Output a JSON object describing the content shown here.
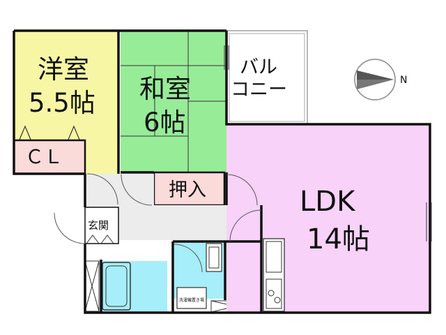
{
  "rooms": {
    "western": {
      "name": "洋室",
      "size": "5.5帖",
      "fill": "#f7f6a5"
    },
    "closet": {
      "label": "ＣＬ",
      "fill": "#fbdada"
    },
    "japanese": {
      "name": "和室",
      "size": "6帖",
      "fill": "#97ec97"
    },
    "oshiire": {
      "label": "押入",
      "fill": "#fbdada"
    },
    "balcony": {
      "line1": "バル",
      "line2": "コニー",
      "fill": "#ffffff"
    },
    "ldk": {
      "name": "LDK",
      "size": "14帖",
      "fill": "#f8d2f8"
    },
    "genkan": {
      "label": "玄関",
      "fill": "#ececec"
    },
    "hall": {
      "fill": "#ececec"
    },
    "wet": {
      "fill": "#a6eefa"
    },
    "washer": {
      "label": "洗濯機置き場"
    }
  },
  "compass": {
    "label": "N"
  },
  "colors": {
    "wall": "#111111",
    "ink": "#111111"
  }
}
